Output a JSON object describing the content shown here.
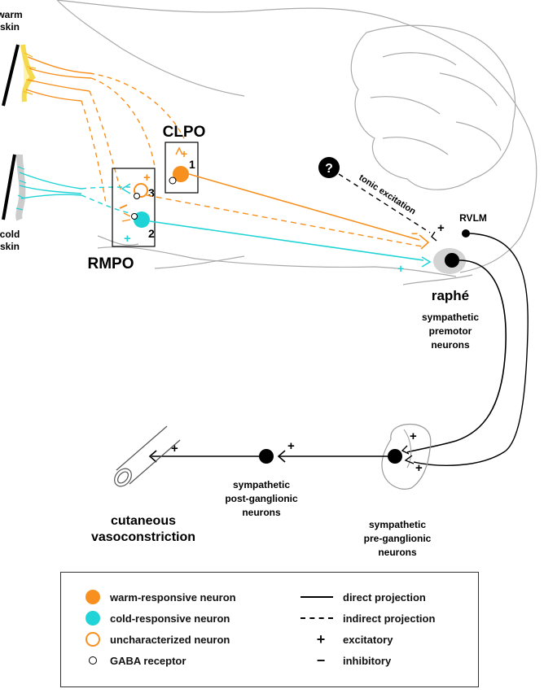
{
  "labels": {
    "warm_skin_1": "warm",
    "warm_skin_2": "skin",
    "cold_skin_1": "cold",
    "cold_skin_2": "skin",
    "clpo": "CLPO",
    "rmpo": "RMPO",
    "num_1": "1",
    "num_2": "2",
    "num_3": "3",
    "question": "?",
    "tonic": "tonic excitation",
    "rvlm": "RVLM",
    "raphe": "raphé",
    "premotor_1": "sympathetic",
    "premotor_2": "premotor",
    "premotor_3": "neurons",
    "postgang_1": "sympathetic",
    "postgang_2": "post-ganglionic",
    "postgang_3": "neurons",
    "pregang_1": "sympathetic",
    "pregang_2": "pre-ganglionic",
    "pregang_3": "neurons",
    "vaso_1": "cutaneous",
    "vaso_2": "vasoconstriction",
    "plus": "+",
    "minus": "−"
  },
  "legend": {
    "warm": "warm-responsive neuron",
    "cold": "cold-responsive neuron",
    "unchar": "uncharacterized neuron",
    "gaba": "GABA receptor",
    "direct": "direct projection",
    "indirect": "indirect projection",
    "excitatory": "excitatory",
    "inhibitory": "inhibitory"
  },
  "colors": {
    "warm": "#f7901e",
    "cold": "#1fd3d6",
    "outline": "#999999",
    "black": "#000000"
  }
}
